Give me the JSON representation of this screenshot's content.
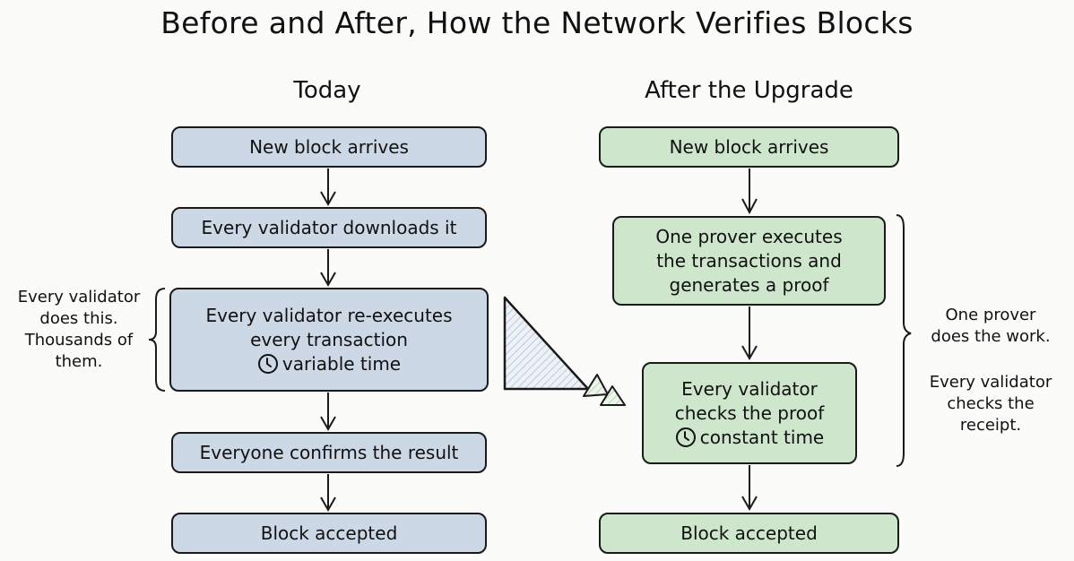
{
  "title": "Before and After, How the Network Verifies Blocks",
  "left_column": {
    "title": "Today",
    "steps": [
      {
        "lines": [
          "New block arrives"
        ]
      },
      {
        "lines": [
          "Every validator downloads it"
        ]
      },
      {
        "lines": [
          "Every validator re-executes",
          "every transaction"
        ],
        "time_label": "variable time"
      },
      {
        "lines": [
          "Everyone confirms the result"
        ]
      },
      {
        "lines": [
          "Block accepted"
        ]
      }
    ],
    "side_note": [
      "Every validator",
      "does this.",
      "Thousands of",
      "them."
    ],
    "color": "#cdd8e6"
  },
  "right_column": {
    "title": "After the Upgrade",
    "steps": [
      {
        "lines": [
          "New block arrives"
        ]
      },
      {
        "lines": [
          "One prover executes",
          "the transactions and",
          "generates a proof"
        ]
      },
      {
        "lines": [
          "Every validator",
          "checks the proof"
        ],
        "time_label": "constant time"
      },
      {
        "lines": [
          "Block accepted"
        ]
      }
    ],
    "side_note": {
      "first": [
        "One prover",
        "does the work."
      ],
      "second": [
        "Every validator",
        "checks the",
        "receipt."
      ]
    },
    "color": "#cde6cc"
  },
  "icons": {
    "time": "clock-icon",
    "transition": "hatched-triangle-arrow-icon"
  }
}
